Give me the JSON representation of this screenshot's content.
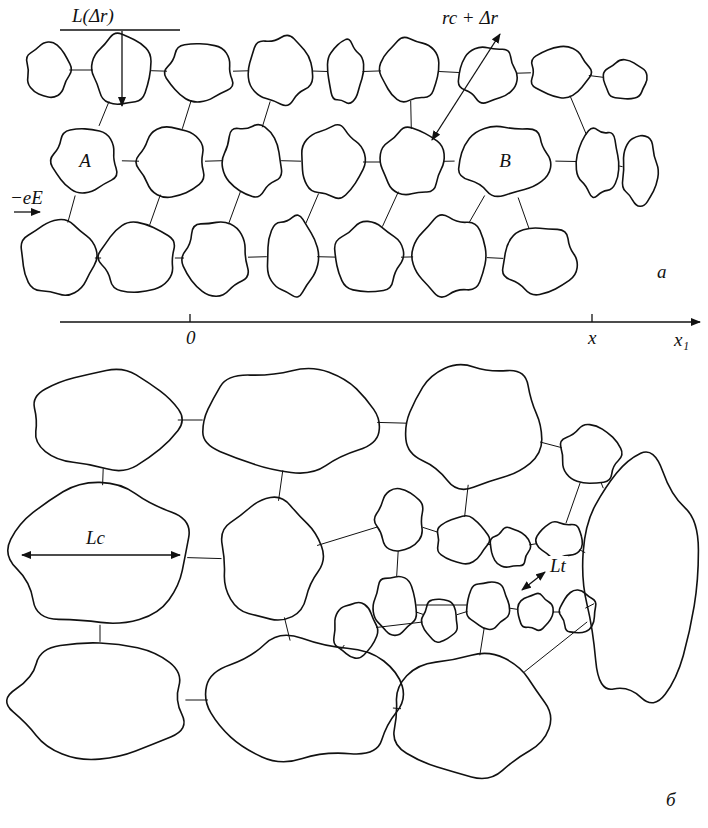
{
  "diagram": {
    "nodes": [
      {
        "text": [
          "A"
        ]
      },
      {
        "text": [
          "B"
        ]
      }
    ],
    "labels": [
      "L(Δr)",
      "rc + Δr",
      "−eE",
      "а",
      "0",
      "x",
      "x₁",
      "Lc",
      "Lt",
      "б"
    ]
  }
}
